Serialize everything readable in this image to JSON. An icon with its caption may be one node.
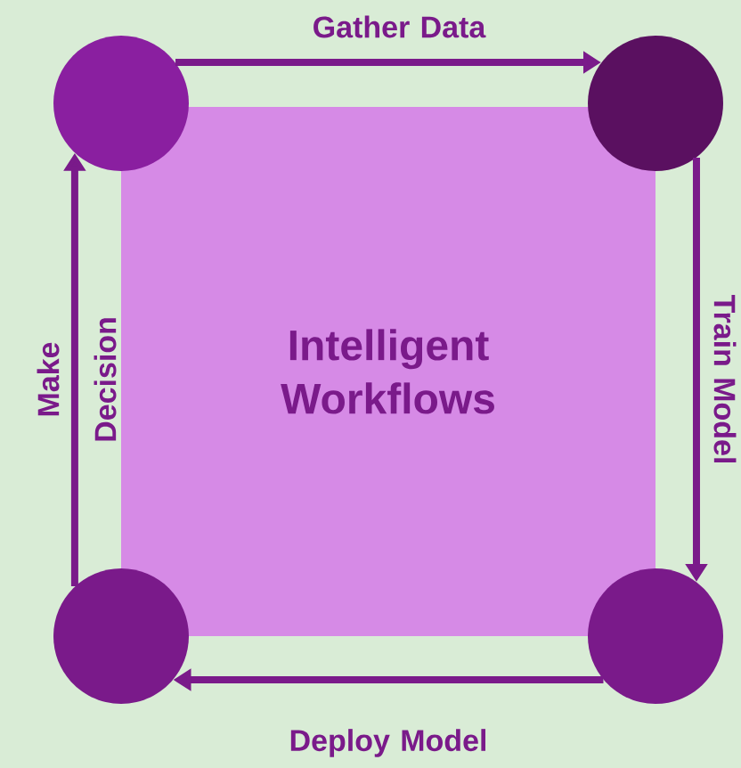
{
  "diagram": {
    "nodes": [
      {
        "text": [
          "Intelligent Workflows"
        ]
      },
      {
        "text": [],
        "shape": "circle"
      },
      {
        "text": [],
        "shape": "circle"
      },
      {
        "text": [],
        "shape": "circle"
      },
      {
        "text": [],
        "shape": "circle"
      }
    ],
    "edges": [
      {
        "from": 1,
        "to": 2,
        "arrow": "to",
        "label": "Gather Data"
      },
      {
        "from": 2,
        "to": 4,
        "arrow": "to",
        "label": "Train Model"
      },
      {
        "from": 4,
        "to": 3,
        "arrow": "to",
        "label": "Deploy Model"
      },
      {
        "from": 3,
        "to": 1,
        "arrow": "to",
        "label": "Make Decision"
      }
    ]
  }
}
